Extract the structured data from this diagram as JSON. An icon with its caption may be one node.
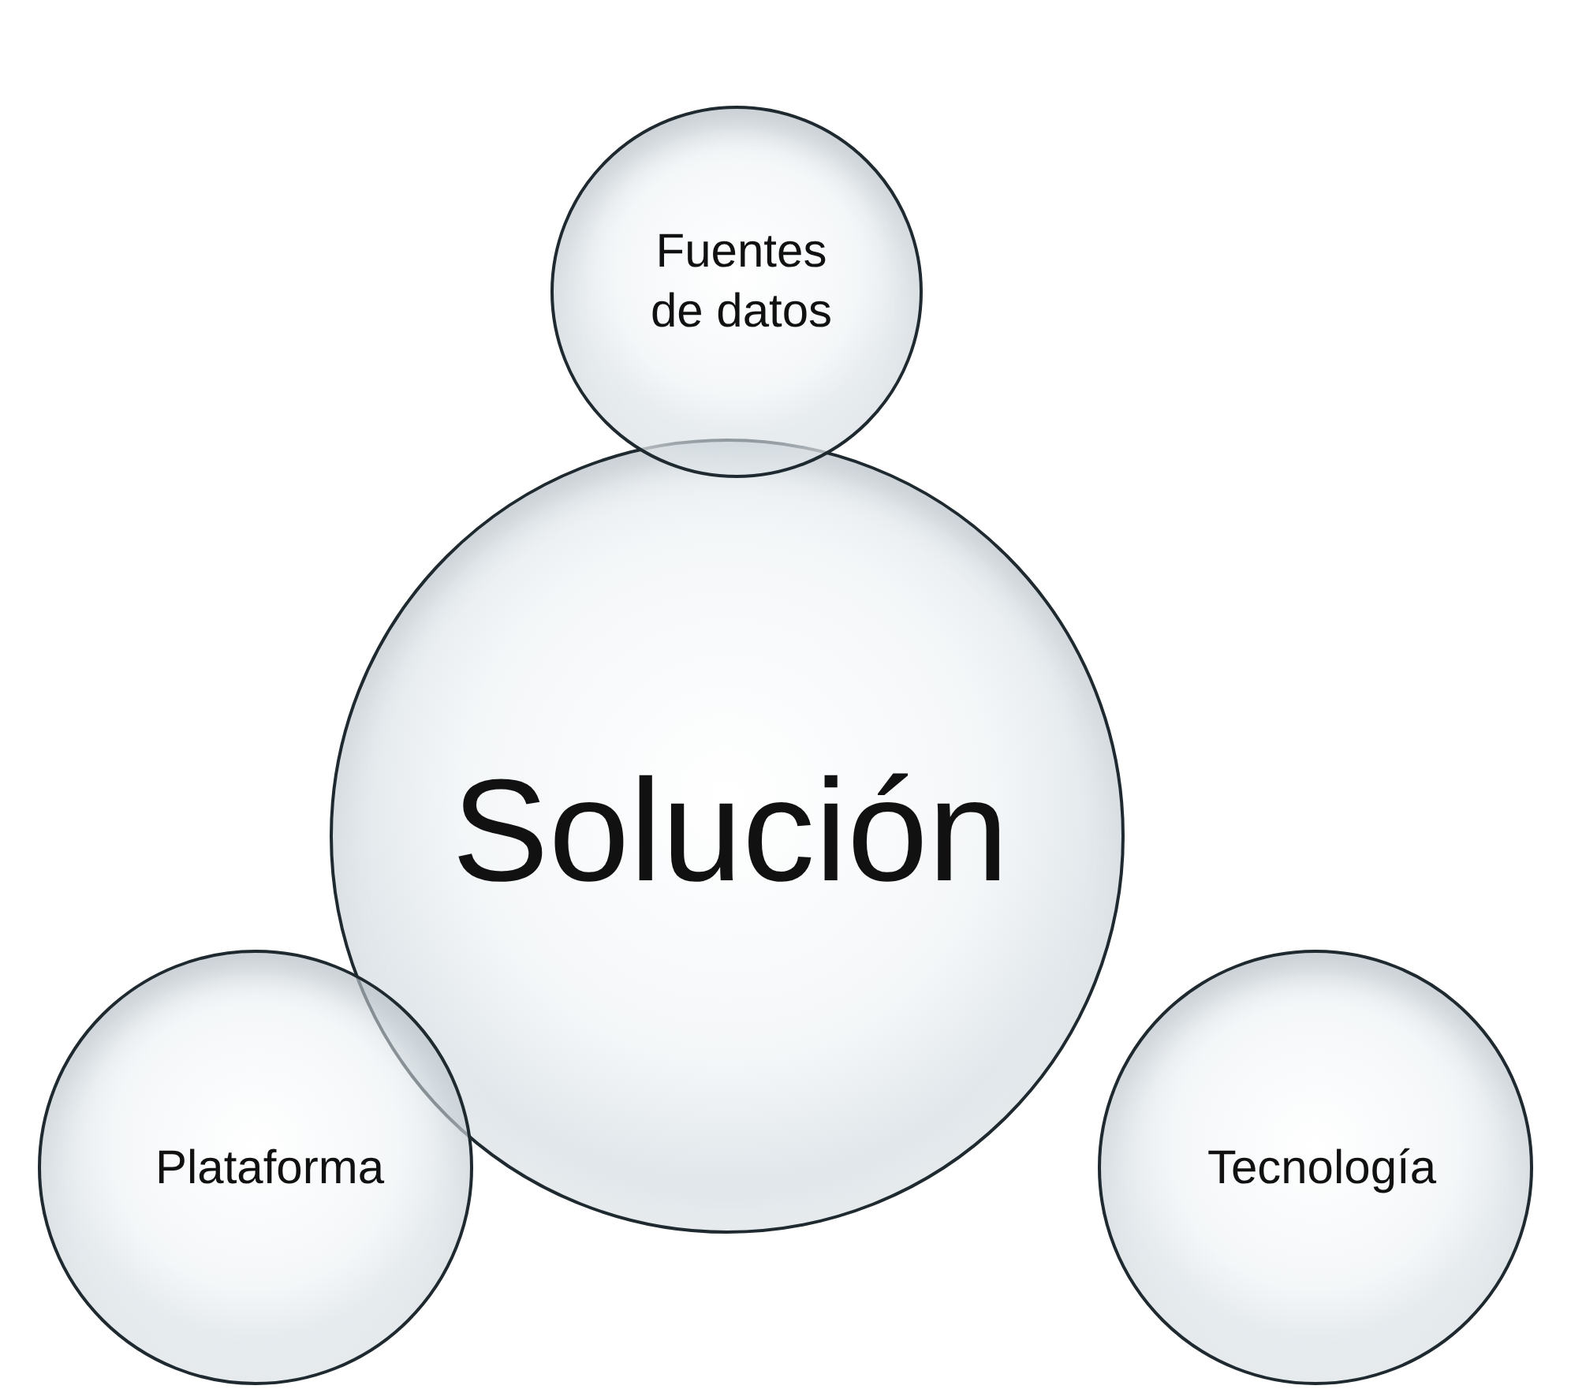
{
  "diagram": {
    "nodes": [
      {
        "text": [
          "Fuentes de datos"
        ]
      },
      {
        "text": [
          "Solución"
        ]
      },
      {
        "text": [
          "Plataforma"
        ]
      },
      {
        "text": [
          "Tecnología"
        ]
      }
    ]
  }
}
